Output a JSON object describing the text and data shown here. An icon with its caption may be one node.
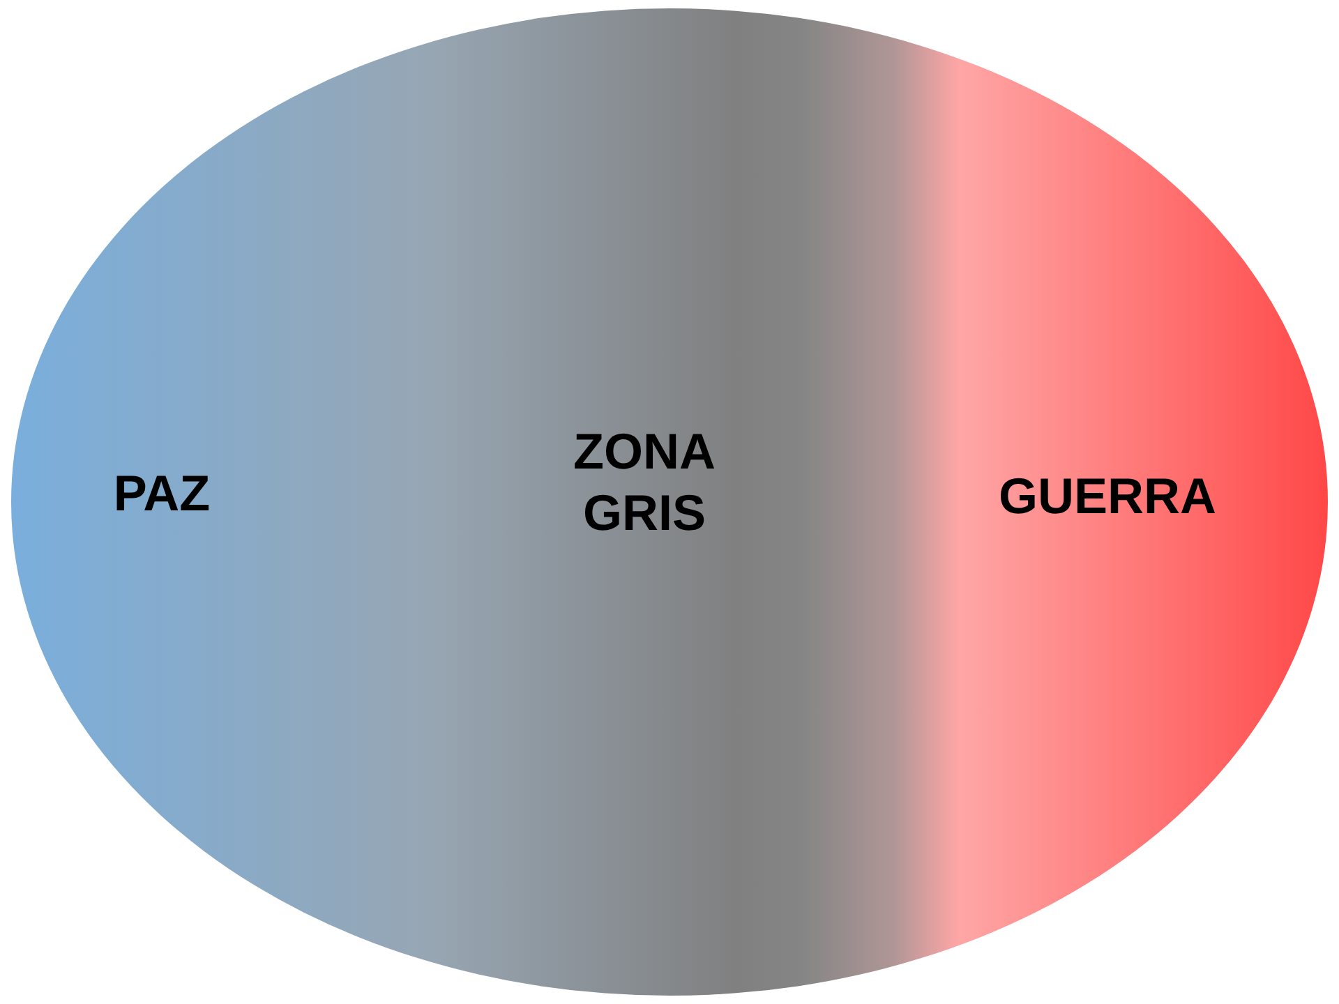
{
  "diagram": {
    "nodes": [
      {
        "text": [
          "PAZ",
          "ZONA GRIS",
          "GUERRA"
        ]
      }
    ]
  }
}
